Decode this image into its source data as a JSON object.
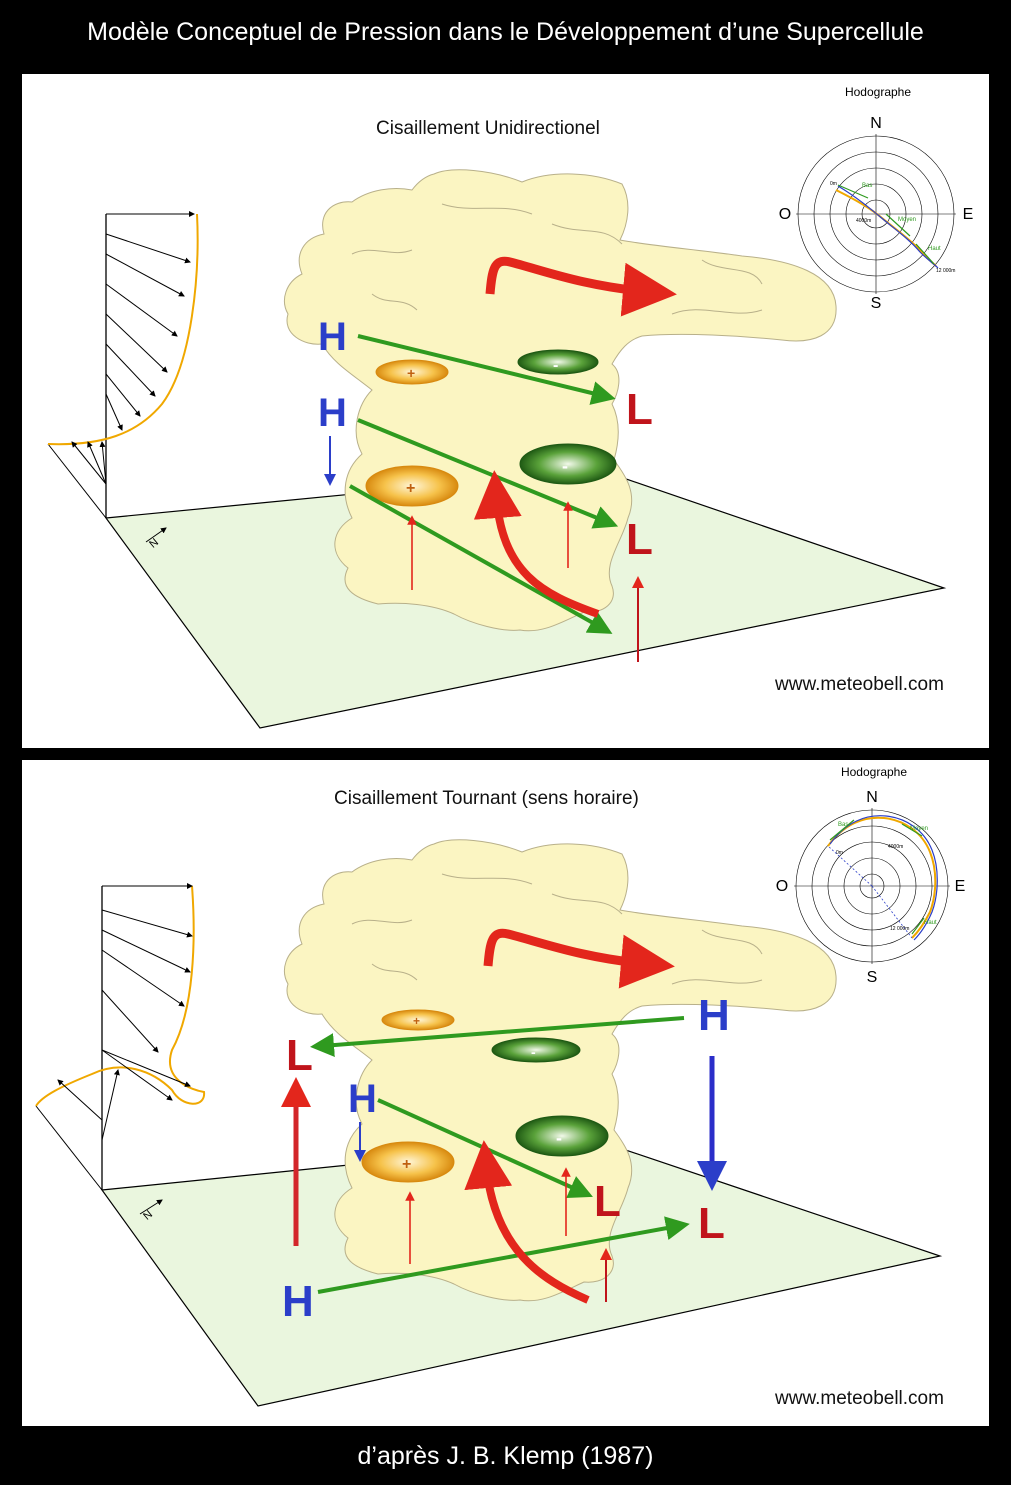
{
  "title": "Modèle Conceptuel de Pression dans le Développement d’une Supercellule",
  "footer": "d’après J. B. Klemp (1987)",
  "colors": {
    "high": "#2b3ec9",
    "low": "#c0141b",
    "flow": "#2f9a1f",
    "updraft": "#e3261c",
    "cloud": "#fbf5c2",
    "ground": "#eaf6de",
    "hodo_line": "#f0a800"
  },
  "panels": [
    {
      "title": "Cisaillement Unidirectionel",
      "site": "www.meteobell.com",
      "hodograph": {
        "label": "Hodographe",
        "n": "N",
        "s": "S",
        "e": "E",
        "o": "O",
        "layers": [
          "Bas",
          "Moyen",
          "Haut"
        ],
        "heights": [
          "0m",
          "4000m",
          "12 000m"
        ]
      },
      "north": "N",
      "markers": {
        "high": [
          "H",
          "H"
        ],
        "low": [
          "L",
          "L"
        ],
        "plus": "+",
        "minus": "-"
      }
    },
    {
      "title": "Cisaillement Tournant (sens horaire)",
      "site": "www.meteobell.com",
      "hodograph": {
        "label": "Hodographe",
        "n": "N",
        "s": "S",
        "e": "E",
        "o": "O",
        "layers": [
          "Bas",
          "Moyen",
          "Haut"
        ],
        "heights": [
          "0m",
          "4000m",
          "12 000m"
        ]
      },
      "north": "N",
      "markers": {
        "high": [
          "H",
          "H",
          "H"
        ],
        "low": [
          "L",
          "L",
          "L"
        ],
        "plus": "+",
        "minus": "-"
      }
    }
  ]
}
